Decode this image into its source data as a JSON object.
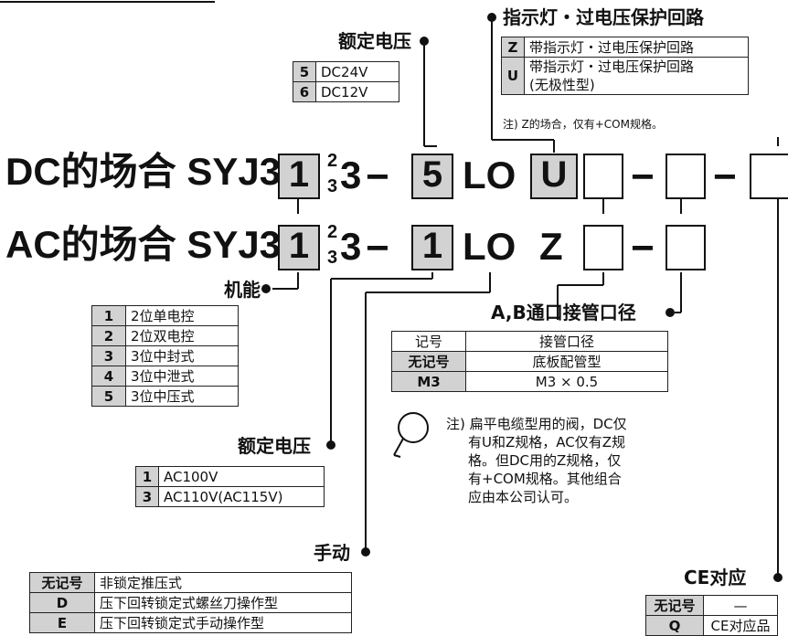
{
  "rows": {
    "dc": {
      "prefix": "DC的场合 SYJ3",
      "function_box": "1",
      "sup": "2",
      "sub": "3",
      "after_sup": "3",
      "dash1": "−",
      "voltage_box": "5",
      "lo": "LO",
      "indicator_box": "U",
      "dash2": "−",
      "dash3": "−"
    },
    "ac": {
      "prefix": "AC的场合 SYJ3",
      "function_box": "1",
      "sup": "2",
      "sub": "3",
      "after_sup": "3",
      "dash1": "−",
      "voltage_box": "1",
      "lo": "LO",
      "indicator": "Z",
      "dash2": "−"
    }
  },
  "dc_voltage": {
    "title": "额定电压",
    "rows": [
      {
        "code": "5",
        "value": "DC24V"
      },
      {
        "code": "6",
        "value": "DC12V"
      }
    ]
  },
  "indicator_circuit": {
    "title": "指示灯・过电压保护回路",
    "rows": [
      {
        "code": "Z",
        "value": "带指示灯・过电压保护回路"
      },
      {
        "code": "U",
        "value": "带指示灯・过电压保护回路",
        "value2": "(无极性型)"
      }
    ],
    "note": "注) Z的场合，仅有+COM规格。"
  },
  "function": {
    "title": "机能",
    "rows": [
      {
        "code": "1",
        "value": "2位单电控"
      },
      {
        "code": "2",
        "value": "2位双电控"
      },
      {
        "code": "3",
        "value": "3位中封式"
      },
      {
        "code": "4",
        "value": "3位中泄式"
      },
      {
        "code": "5",
        "value": "3位中压式"
      }
    ]
  },
  "port_size": {
    "title": "A,B通口接管口径",
    "header": {
      "code": "记号",
      "value": "接管口径"
    },
    "rows": [
      {
        "code": "无记号",
        "value": "底板配管型"
      },
      {
        "code": "M3",
        "value": "M3 × 0.5"
      }
    ]
  },
  "flat_cable_note": {
    "lines": [
      "注) 扁平电缆型用的阀，DC仅",
      "有U和Z规格，AC仅有Z规",
      "格。但DC用的Z规格，仅",
      "有+COM规格。其他组合",
      "应由本公司认可。"
    ]
  },
  "ac_voltage": {
    "title": "额定电压",
    "rows": [
      {
        "code": "1",
        "value": "AC100V"
      },
      {
        "code": "3",
        "value": "AC110V(AC115V)"
      }
    ]
  },
  "manual": {
    "title": "手动",
    "rows": [
      {
        "code": "无记号",
        "value": "非锁定推压式"
      },
      {
        "code": "D",
        "value": "压下回转锁定式螺丝刀操作型"
      },
      {
        "code": "E",
        "value": "压下回转锁定式手动操作型"
      }
    ]
  },
  "ce": {
    "title": "CE对应",
    "rows": [
      {
        "code": "无记号",
        "value": "—"
      },
      {
        "code": "Q",
        "value": "CE对应品"
      }
    ]
  }
}
